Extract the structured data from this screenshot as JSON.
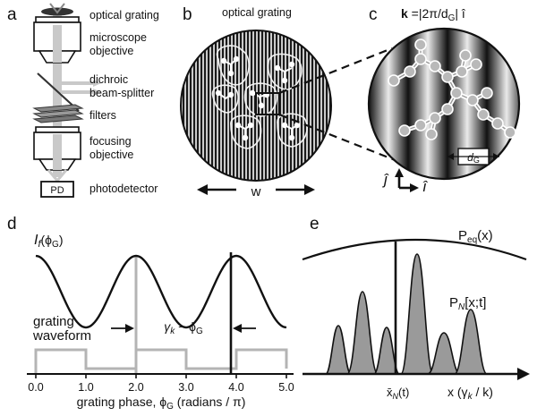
{
  "panels": {
    "a": {
      "letter": "a",
      "labels": {
        "grating": "optical grating",
        "objective1": "microscope",
        "objective2": "objective",
        "dichroic1": "dichroic",
        "dichroic2": "beam-splitter",
        "filters": "filters",
        "focusing1": "focusing",
        "focusing2": "objective",
        "pd_box": "PD",
        "photodetector": "photodetector"
      }
    },
    "b": {
      "letter": "b",
      "title": "optical grating",
      "width_label": "w"
    },
    "c": {
      "letter": "c",
      "k_bold": "k",
      "k_rest": " =|2π/d",
      "k_sub": "G",
      "k_end": "| î",
      "dg": "d",
      "dg_sub": "G",
      "j_label": "ĵ",
      "i_label": "î"
    },
    "d": {
      "letter": "d",
      "ylabel": "I",
      "ylabel_sub": "f",
      "ylabel_rest": "(ϕ",
      "ylabel_sub2": "G",
      "ylabel_end": ")",
      "waveform1": "grating",
      "waveform2": "waveform",
      "gamma": "γ",
      "gamma_sub": "k",
      "gamma_rest": " − ϕ",
      "gamma_sub2": "G",
      "xlabel": "grating phase, ϕ",
      "xlabel_sub": "G",
      "xlabel_rest": " (radians / π)",
      "ticks": [
        "0.0",
        "1.0",
        "2.0",
        "3.0",
        "4.0",
        "5.0"
      ]
    },
    "e": {
      "letter": "e",
      "peq": "P",
      "peq_sub": "eq",
      "peq_rest": "(x)",
      "pn": "P",
      "pn_sub": "N",
      "pn_rest": "[x;t]",
      "xbar": "x̄",
      "xbar_sub": "N",
      "xbar_rest": "(t)",
      "xlab": "x (γ",
      "xlab_sub": "k",
      "xlab_rest": " / k)"
    }
  },
  "colors": {
    "ink": "#111111",
    "gray_curve": "#b4b4b4",
    "peak_fill": "#9a9a9a",
    "grating_dark": "#1a1a1a",
    "grating_light": "#e8e8e8"
  }
}
